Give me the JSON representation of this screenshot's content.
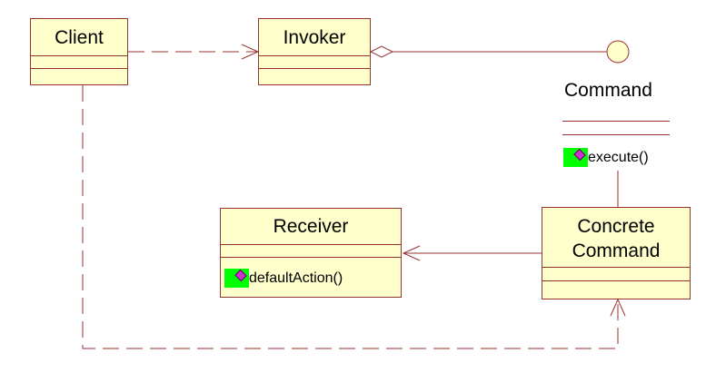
{
  "classes": {
    "client": {
      "name": "Client"
    },
    "invoker": {
      "name": "Invoker"
    },
    "receiver": {
      "name": "Receiver",
      "operation": "defaultAction()"
    },
    "concrete_command": {
      "name_line1": "Concrete",
      "name_line2": "Command"
    }
  },
  "interface": {
    "name": "Command",
    "operation": "execute()"
  },
  "colors": {
    "class_fill": "#ffffcc",
    "line": "#993333",
    "op_icon_bg": "#00ff00",
    "op_icon_gem": "#cc33cc"
  }
}
